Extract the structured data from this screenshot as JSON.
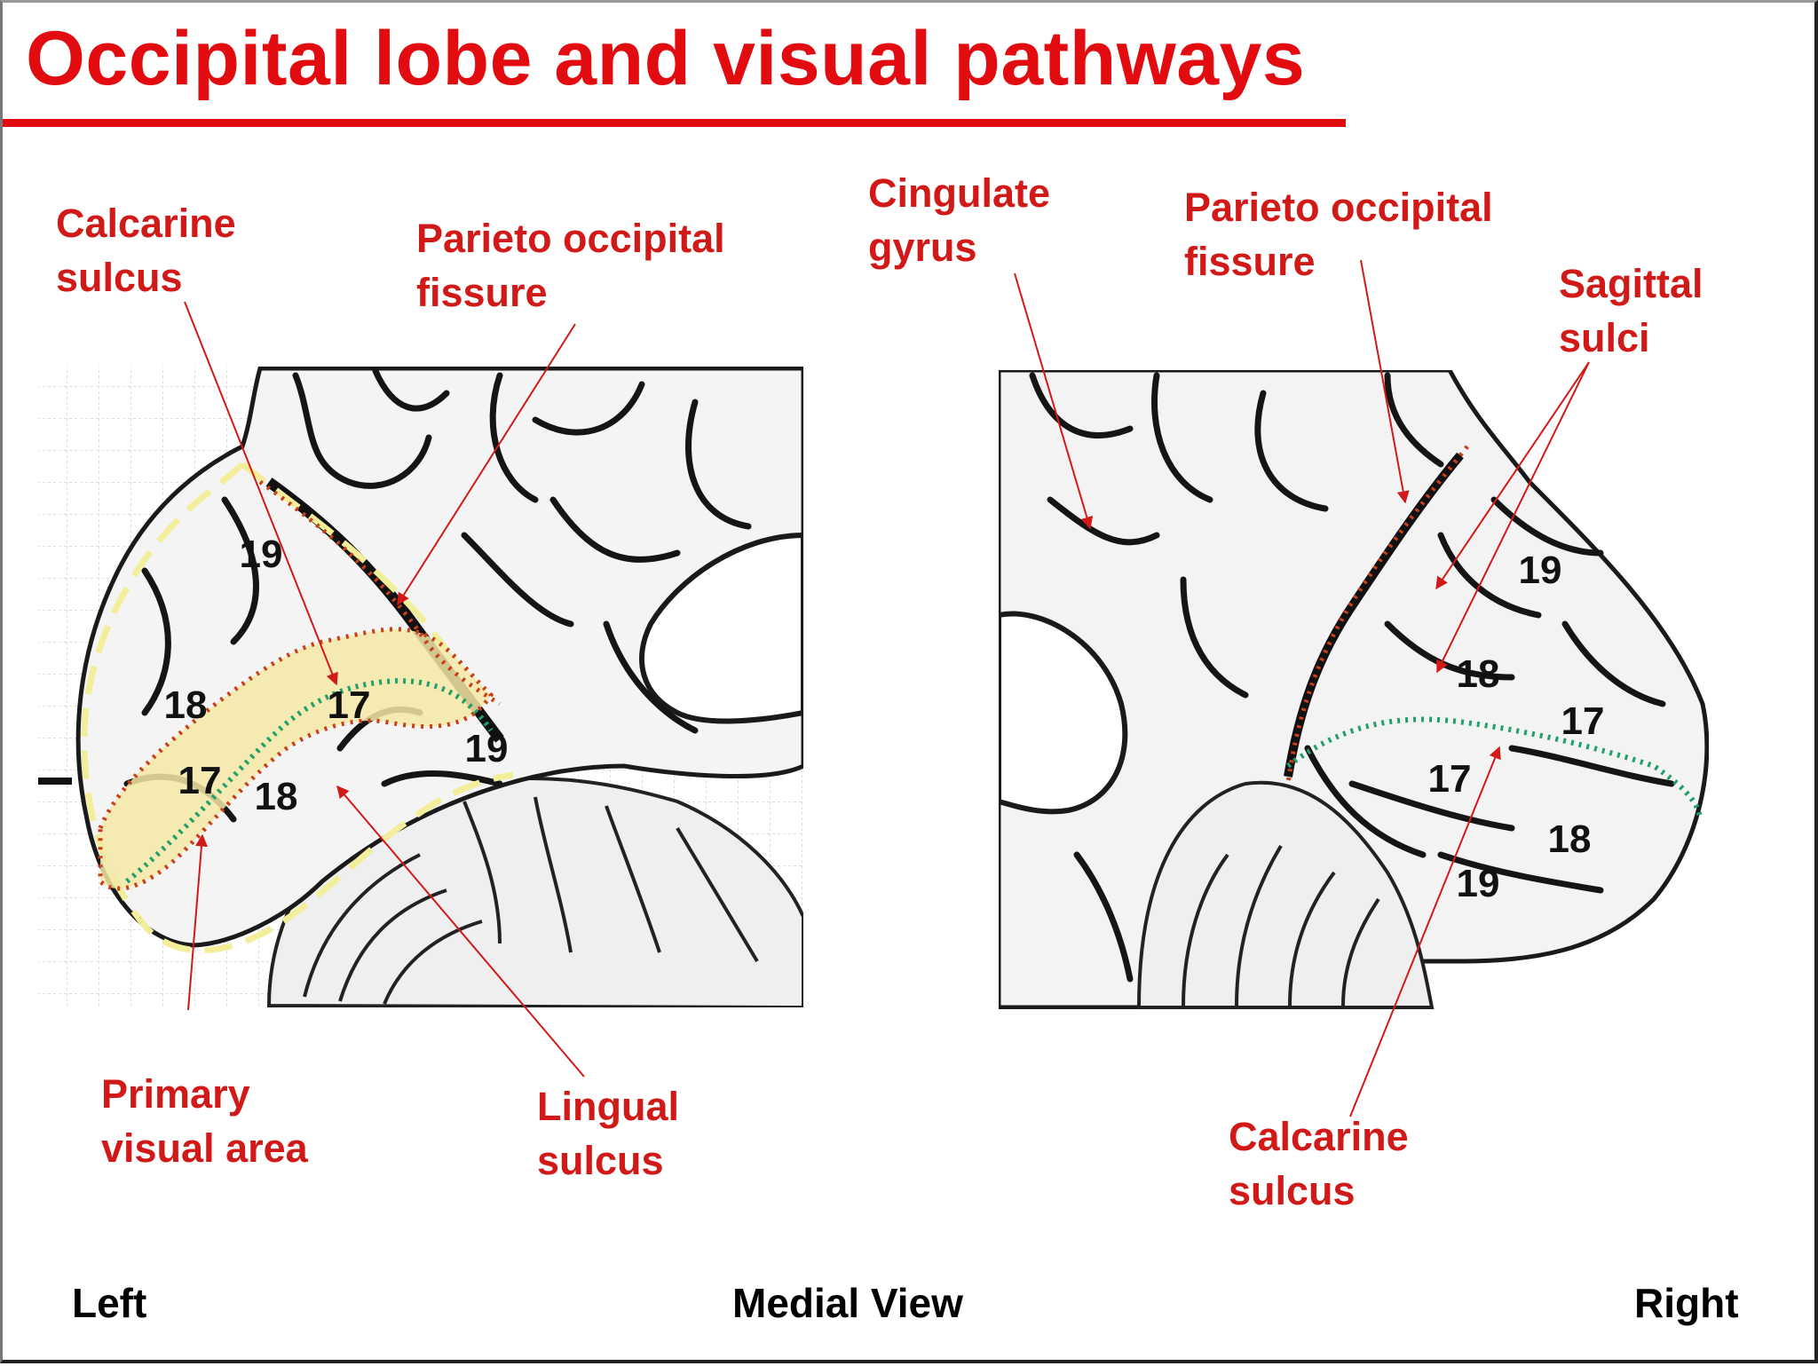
{
  "title": "Occipital lobe and visual pathways",
  "colors": {
    "accent_red": "#e10b10",
    "label_red": "#d11a18",
    "striate_fill": "#f3e7a6",
    "calcarine_green": "#22a068",
    "dotted_border": "#c8401a",
    "dashed_outline": "#f2ee9a"
  },
  "left_panel": {
    "labels": {
      "calcarine": "Calcarine\nsulcus",
      "parieto_occipital": "Parieto occipital\nfissure",
      "primary_visual": "Primary\nvisual area",
      "lingual": "Lingual\nsulcus"
    },
    "areas": {
      "a19_top": "19",
      "a18_upper": "18",
      "a17_mid": "17",
      "a19_right": "19",
      "a17_low": "17",
      "a18_low": "18"
    }
  },
  "right_panel": {
    "labels": {
      "cingulate": "Cingulate\ngyrus",
      "parieto_occipital": "Parieto occipital\nfissure",
      "sagittal": "Sagittal\nsulci",
      "calcarine": "Calcarine\nsulcus"
    },
    "areas": {
      "a19_top": "19",
      "a18_upper": "18",
      "a17_right": "17",
      "a17_mid": "17",
      "a18_low": "18",
      "a19_low": "19"
    }
  },
  "footer": {
    "left": "Left",
    "center": "Medial View",
    "right": "Right"
  }
}
